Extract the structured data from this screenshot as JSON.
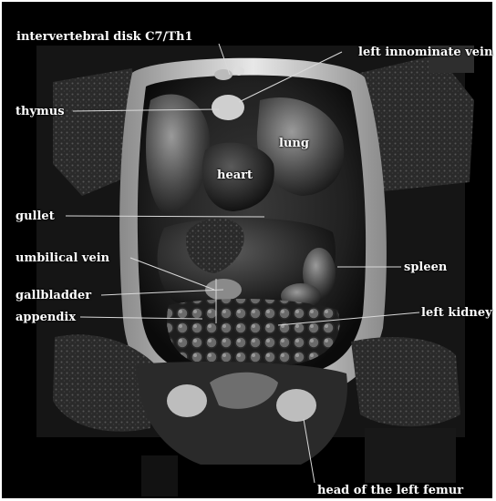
{
  "figure": {
    "description_colors": {
      "background": "#000000",
      "label_color": "#ffffff",
      "leader_line": "#d8d8d8"
    },
    "labels": {
      "intervertebral_disk": "intervertebral disk C7/Th1",
      "left_innominate_vein": "left innominate vein",
      "thymus": "thymus",
      "lung": "lung",
      "heart": "heart",
      "gullet": "gullet",
      "umbilical_vein": "umbilical vein",
      "spleen": "spleen",
      "gallbladder": "gallbladder",
      "appendix": "appendix",
      "left_kidney": "left kidney",
      "head_of_left_femur": "head of the left femur"
    }
  }
}
